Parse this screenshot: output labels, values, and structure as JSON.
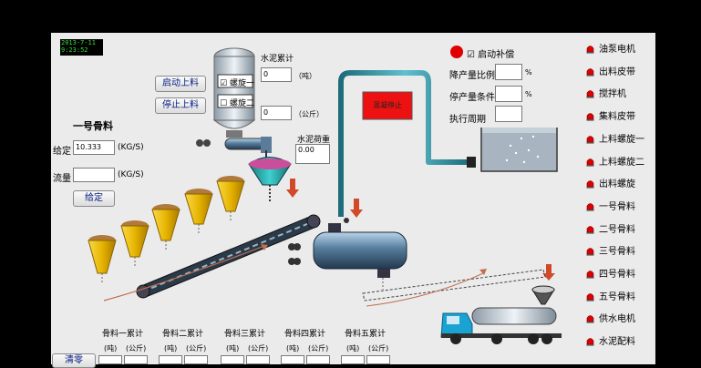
{
  "clock": {
    "date": "2013-7-11",
    "time": "9:23:52"
  },
  "screw": {
    "item1": "螺旋一",
    "item2": "螺旋二"
  },
  "buttons": {
    "start_feed": "启动上料",
    "stop_feed": "停止上料",
    "set": "给定",
    "clear": "清零",
    "mix_stop": "混凝停止"
  },
  "cement_total": {
    "label": "水泥累计",
    "ton_unit": "（吨）",
    "kg_unit": "（公斤）",
    "ton_value": "0",
    "kg_value": "0"
  },
  "cement_weight": {
    "label": "水泥荷重",
    "value": "0.00"
  },
  "aggregate1": {
    "title": "一号骨料",
    "set_label": "给定",
    "set_value": "10.333",
    "set_unit": "(KG/S)",
    "flow_label": "流量",
    "flow_value": "",
    "flow_unit": "(KG/S)"
  },
  "compensation": {
    "label": "启动补偿",
    "check": "☑"
  },
  "params": {
    "reduce_ratio": {
      "label": "降产量比例",
      "unit": "%",
      "value": ""
    },
    "stop_condition": {
      "label": "停产量条件",
      "unit": "%",
      "value": ""
    },
    "exec_period": {
      "label": "执行周期",
      "value": ""
    }
  },
  "totals": [
    {
      "label": "骨料一累计",
      "ton": "(吨)",
      "kg": "(公斤)"
    },
    {
      "label": "骨料二累计",
      "ton": "(吨)",
      "kg": "(公斤)"
    },
    {
      "label": "骨料三累计",
      "ton": "(吨)",
      "kg": "(公斤)"
    },
    {
      "label": "骨料四累计",
      "ton": "(吨)",
      "kg": "(公斤)"
    },
    {
      "label": "骨料五累计",
      "ton": "(吨)",
      "kg": "(公斤)"
    }
  ],
  "sidebar": [
    "油泵电机",
    "出料皮带",
    "搅拌机",
    "集料皮带",
    "上料螺旋一",
    "上料螺旋二",
    "出料螺旋",
    "一号骨料",
    "二号骨料",
    "三号骨料",
    "四号骨料",
    "五号骨料",
    "供水电机",
    "水泥配料"
  ],
  "colors": {
    "panel": "#ebebeb",
    "status_red": "#e00000",
    "hopper_gold": "#e7b400",
    "aggregate_brown": "#b07a3c",
    "pipe_teal": "#2b8a9a",
    "clock_green": "#33dd33",
    "mix_stop_red": "#ee1111"
  }
}
